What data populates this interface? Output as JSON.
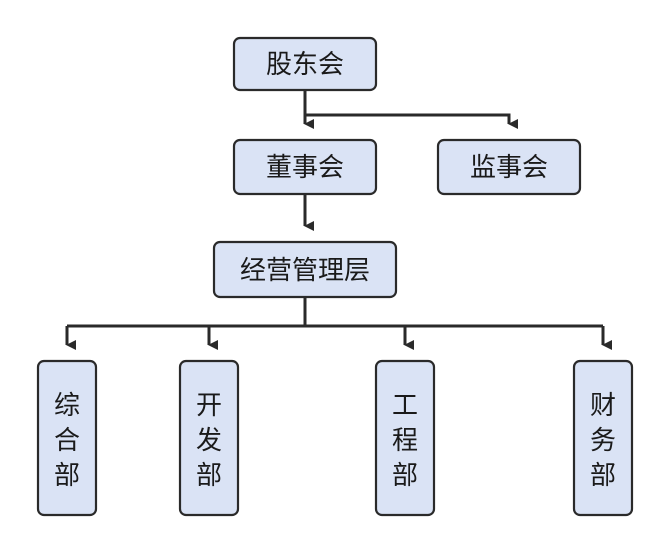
{
  "nodes": {
    "shareholders": {
      "label": "股东会"
    },
    "board": {
      "label": "董事会"
    },
    "supervisors": {
      "label": "监事会"
    },
    "management": {
      "label": "经营管理层"
    },
    "general_dept": {
      "chars": [
        "综",
        "合",
        "部"
      ]
    },
    "dev_dept": {
      "chars": [
        "开",
        "发",
        "部"
      ]
    },
    "eng_dept": {
      "chars": [
        "工",
        "程",
        "部"
      ]
    },
    "finance_dept": {
      "chars": [
        "财",
        "务",
        "部"
      ]
    }
  },
  "colors": {
    "node_fill": "#dae3f5",
    "stroke": "#2a2a2a",
    "text": "#1a1a1a"
  }
}
